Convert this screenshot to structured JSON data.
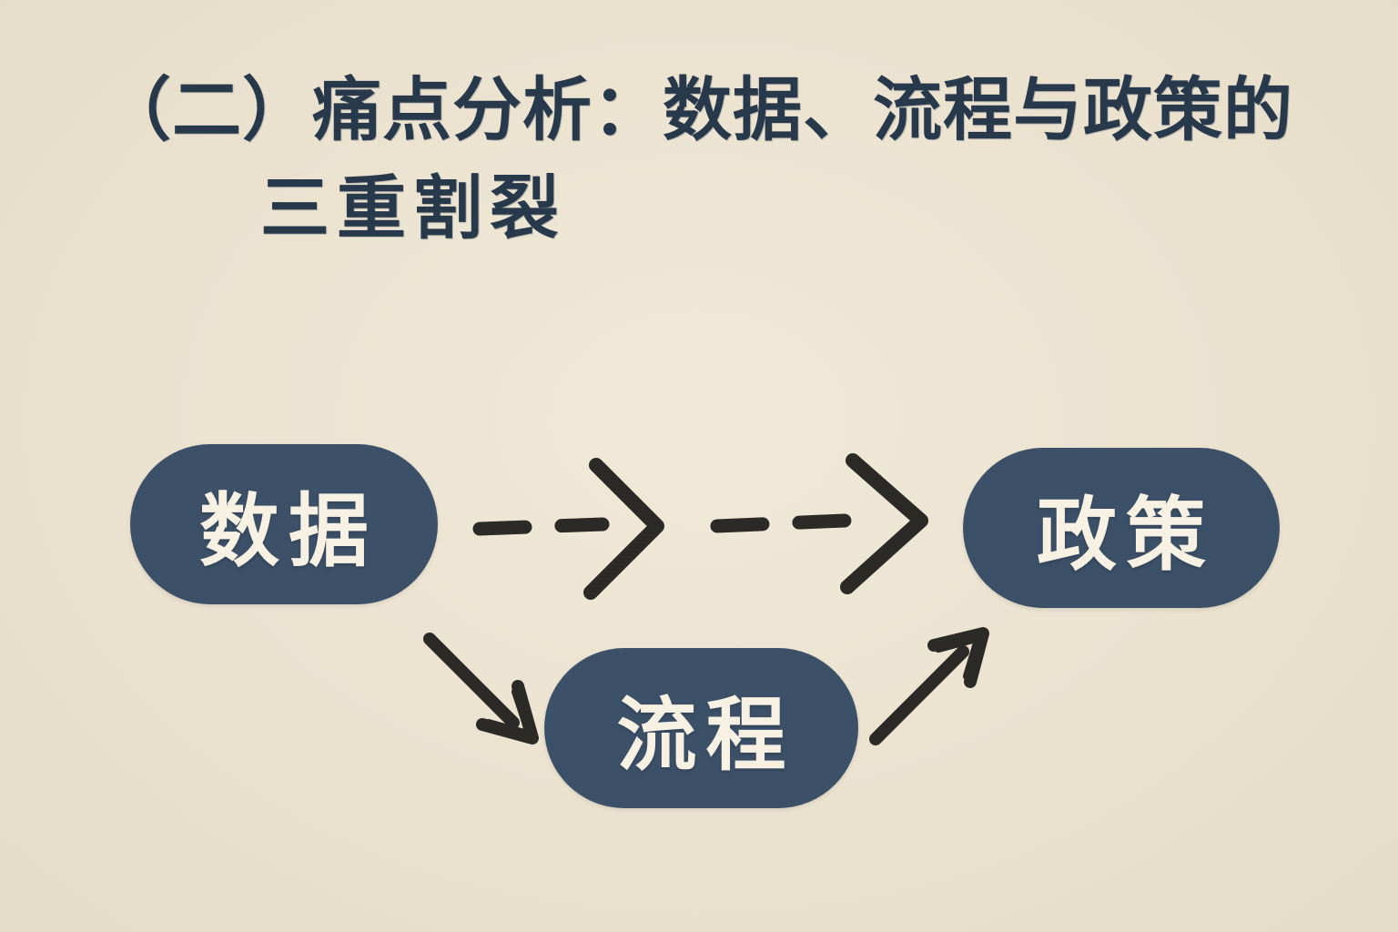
{
  "title": {
    "line1": "（二）痛点分析：数据、流程与政策的",
    "line2": "三重割裂"
  },
  "diagram": {
    "nodes": [
      {
        "id": "data",
        "label": "数据"
      },
      {
        "id": "process",
        "label": "流程"
      },
      {
        "id": "policy",
        "label": "政策"
      }
    ],
    "edges": [
      {
        "from": "data",
        "to": "policy",
        "style": "dashed",
        "description": "horizontal dashed hand-drawn arrow with two chevron arrowheads"
      },
      {
        "from": "data",
        "to": "process",
        "style": "solid",
        "description": "diagonal arrow down-right"
      },
      {
        "from": "process",
        "to": "policy",
        "style": "solid",
        "description": "diagonal arrow up-right"
      }
    ]
  },
  "colors": {
    "background": "#EFE7D4",
    "title_text": "#28394C",
    "node_fill": "#3C5068",
    "node_text": "#F7F1E3",
    "arrow": "#2B2A26"
  }
}
